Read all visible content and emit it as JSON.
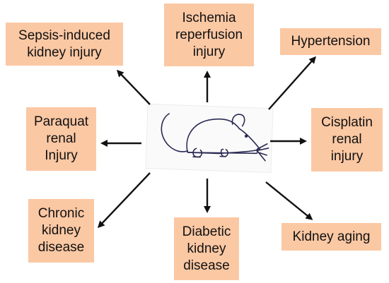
{
  "nodes": {
    "sepsis": "Sepsis-induced\nkidney injury",
    "ischemia": "Ischemia\nreperfusion\ninjury",
    "hypertension": "Hypertension",
    "paraquat": "Paraquat\nrenal\nInjury",
    "cisplatin": "Cisplatin\nrenal\ninjury",
    "chronic": "Chronic\nkidney\ndisease",
    "diabetic": "Diabetic\nkidney\ndisease",
    "aging": "Kidney aging"
  },
  "colors": {
    "box_fill": "#fbc8a4",
    "arrow": "#111111"
  },
  "center_icon": "mouse-sketch-icon"
}
